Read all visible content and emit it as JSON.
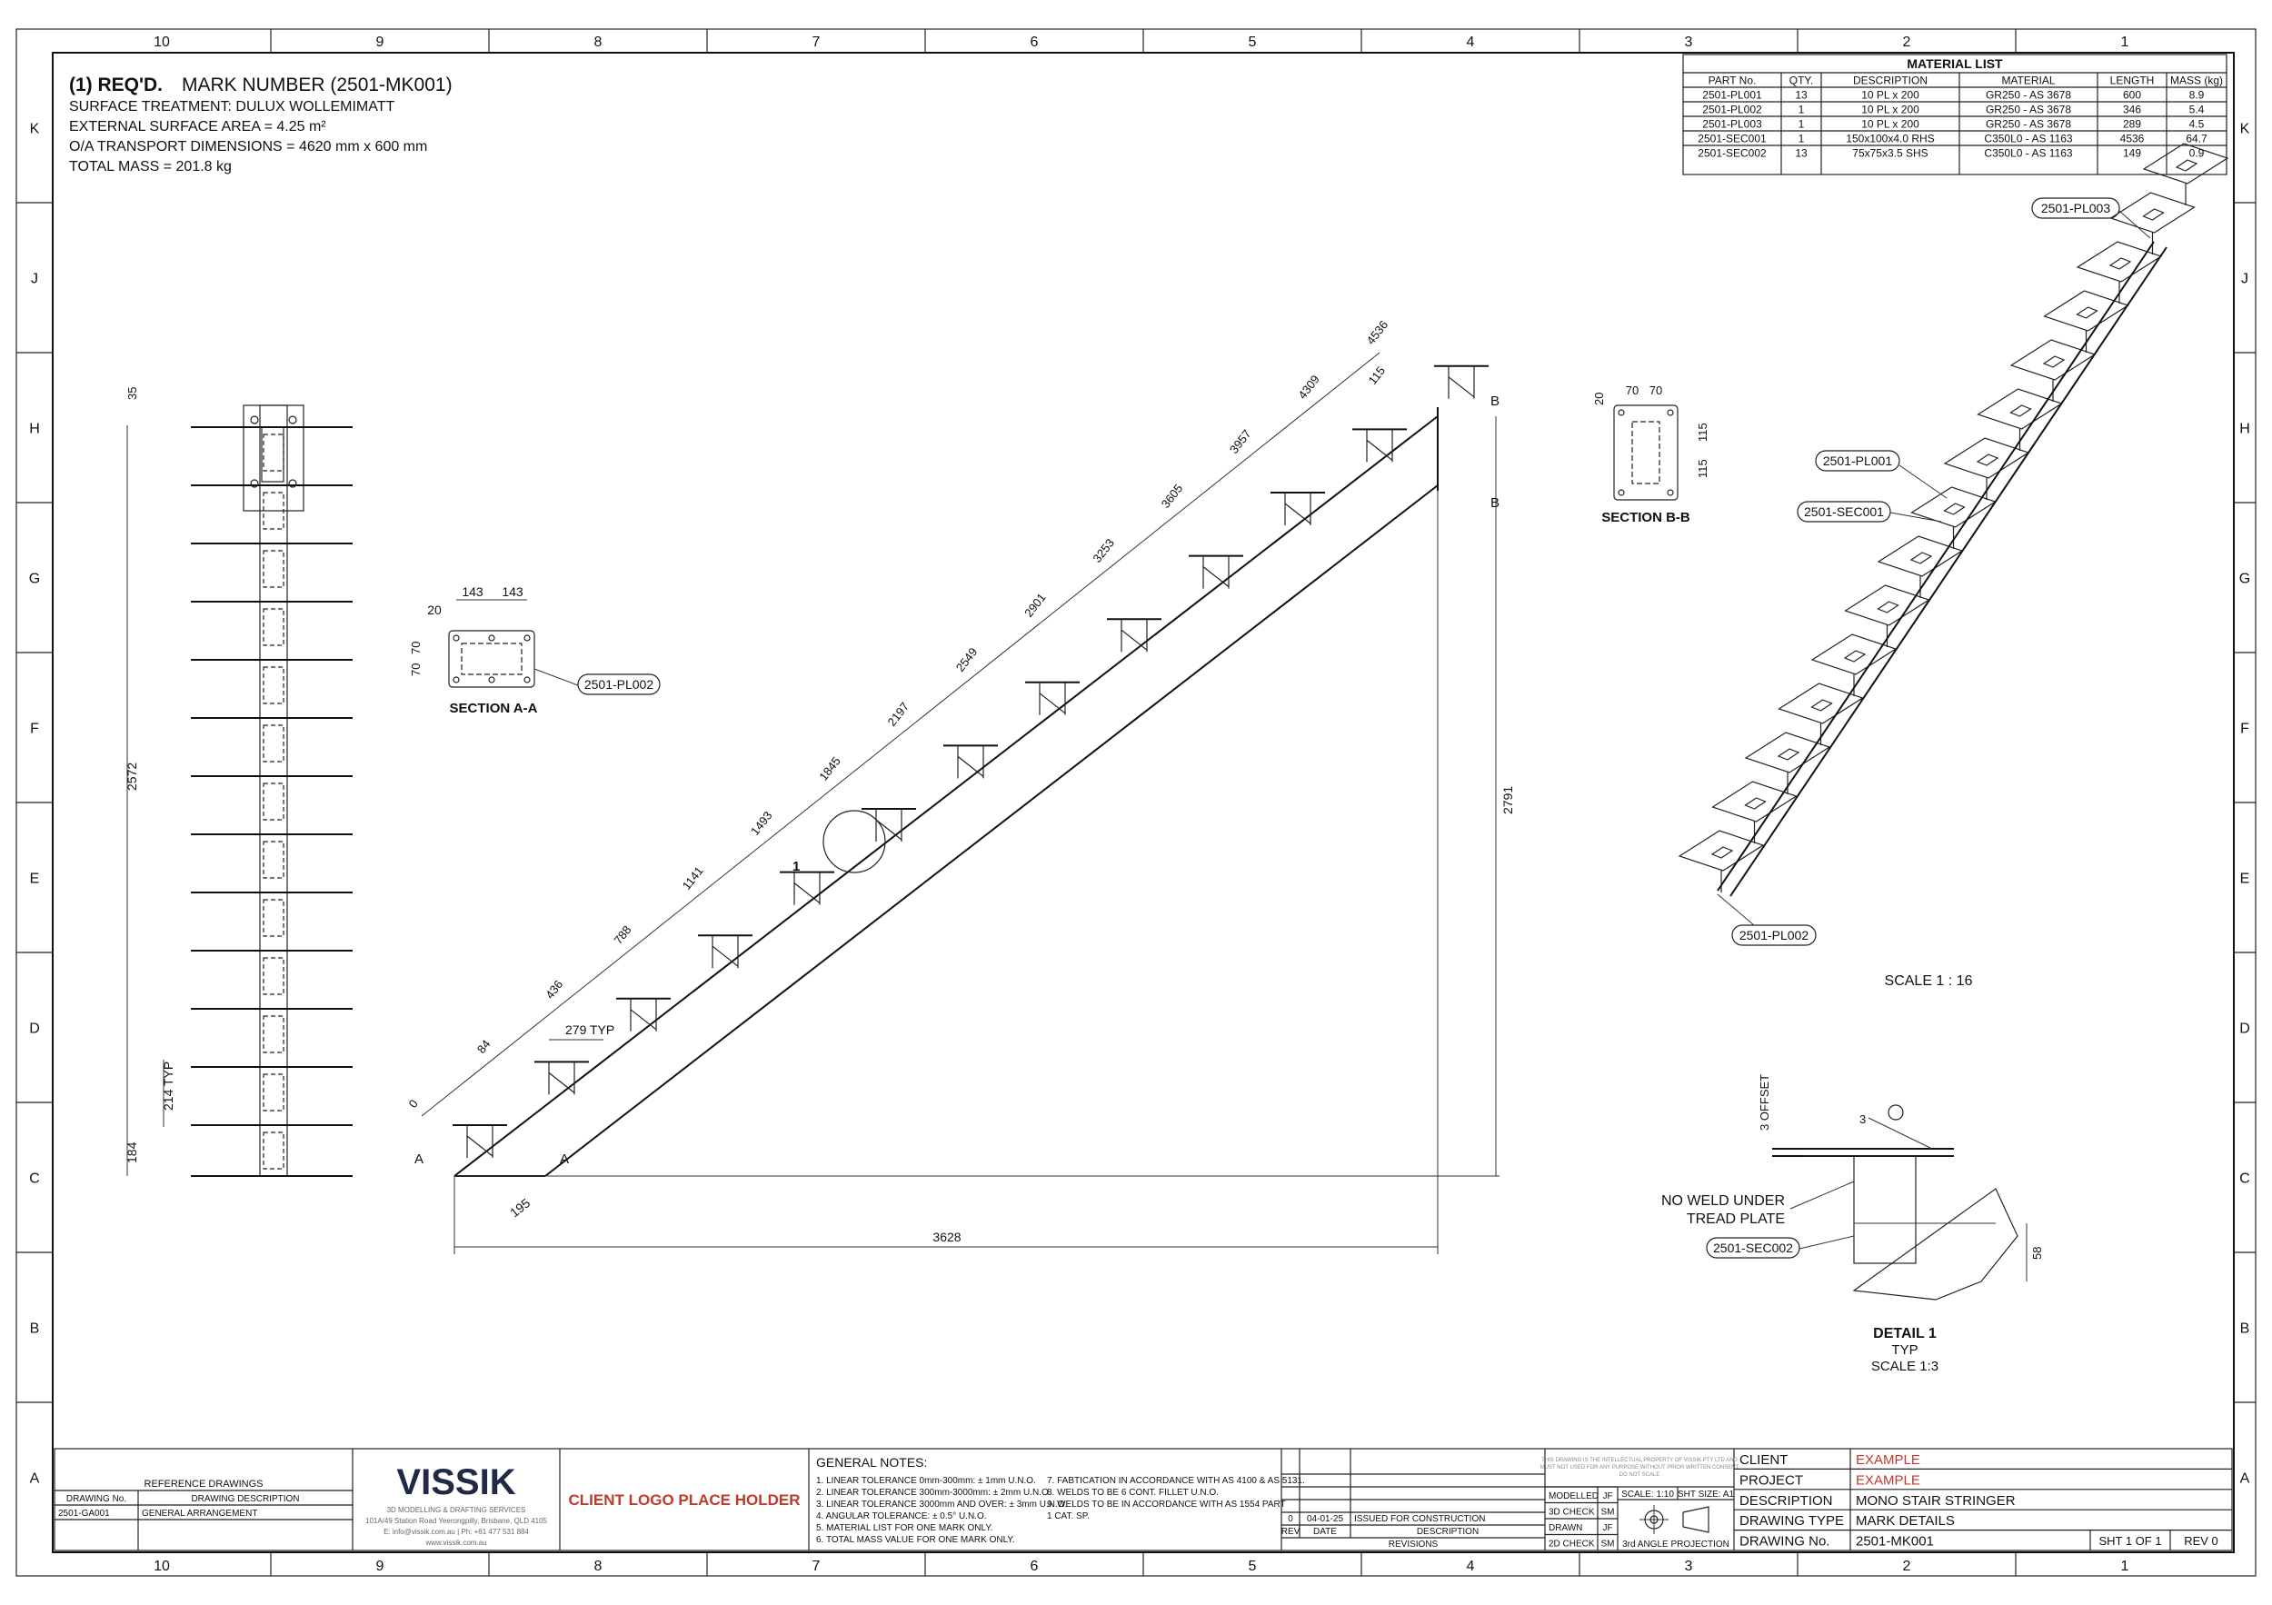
{
  "grid": {
    "columns": [
      "10",
      "9",
      "8",
      "7",
      "6",
      "5",
      "4",
      "3",
      "2",
      "1"
    ],
    "rows": [
      "K",
      "J",
      "H",
      "G",
      "F",
      "E",
      "D",
      "C",
      "B",
      "A"
    ]
  },
  "header": {
    "req_bold": "(1) REQ'D.",
    "mark_number": "MARK NUMBER (2501-MK001)",
    "surface_treatment": "SURFACE TREATMENT: DULUX WOLLEMIMATT",
    "external_area": "EXTERNAL SURFACE AREA = 4.25 m²",
    "transport_dims": "O/A TRANSPORT DIMENSIONS = 4620 mm x 600 mm",
    "total_mass": "TOTAL MASS = 201.8 kg"
  },
  "material_list": {
    "title": "MATERIAL LIST",
    "columns": [
      "PART No.",
      "QTY.",
      "DESCRIPTION",
      "MATERIAL",
      "LENGTH",
      "MASS (kg)"
    ],
    "rows": [
      [
        "2501-PL001",
        "13",
        "10 PL x 200",
        "GR250 - AS 3678",
        "600",
        "8.9"
      ],
      [
        "2501-PL002",
        "1",
        "10 PL x 200",
        "GR250 - AS 3678",
        "346",
        "5.4"
      ],
      [
        "2501-PL003",
        "1",
        "10 PL x 200",
        "GR250 - AS 3678",
        "289",
        "4.5"
      ],
      [
        "2501-SEC001",
        "1",
        "150x100x4.0 RHS",
        "C350L0 - AS 1163",
        "4536",
        "64.7"
      ],
      [
        "2501-SEC002",
        "13",
        "75x75x3.5 SHS",
        "C350L0 - AS 1163",
        "149",
        "0.9"
      ]
    ]
  },
  "elevation": {
    "dim_top": "35",
    "dim_height": "2572",
    "dim_typ": "214 TYP",
    "dim_bottom": "184"
  },
  "section_aa": {
    "title": "SECTION A-A",
    "dim_143a": "143",
    "dim_143b": "143",
    "dim_20": "20",
    "dim_70a": "70",
    "dim_70b": "70",
    "callout": "2501-PL002"
  },
  "section_bb": {
    "title": "SECTION B-B",
    "dim_70a": "70",
    "dim_70b": "70",
    "dim_20": "20",
    "dim_115a": "115",
    "dim_115b": "115"
  },
  "stringer": {
    "chain_dims": [
      "0",
      "84",
      "436",
      "788",
      "1141",
      "1493",
      "1845",
      "2197",
      "2549",
      "2901",
      "3253",
      "3605",
      "3957",
      "4309",
      "4536"
    ],
    "dim_115": "115",
    "dim_279": "279 TYP",
    "dim_195": "195",
    "dim_3628": "3628",
    "dim_2791": "2791",
    "label_a1": "A",
    "label_a2": "A",
    "label_b1": "B",
    "label_b2": "B",
    "detail_marker": "1"
  },
  "iso_view": {
    "callout_pl003": "2501-PL003",
    "callout_pl001": "2501-PL001",
    "callout_sec001": "2501-SEC001",
    "callout_pl002": "2501-PL002",
    "scale": "SCALE 1 : 16"
  },
  "detail1": {
    "offset": "3 OFFSET",
    "weld": "3",
    "note_line1": "NO WELD UNDER",
    "note_line2": "TREAD PLATE",
    "callout": "2501-SEC002",
    "dim_58": "58",
    "title": "DETAIL 1",
    "typ": "TYP",
    "scale": "SCALE 1:3"
  },
  "title_block": {
    "ref_title": "REFERENCE DRAWINGS",
    "ref_col1": "DRAWING No.",
    "ref_col2": "DRAWING DESCRIPTION",
    "ref_row_no": "2501-GA001",
    "ref_row_desc": "GENERAL ARRANGEMENT",
    "company_logo": "VISSIK",
    "company_sub": "3D MODELLING & DRAFTING SERVICES",
    "company_addr": "101A/49 Station Road Yeerongpilly, Brisbane, QLD 4105",
    "company_contact": "E: info@vissik.com.au | Ph: +61 477 531 884",
    "company_web": "www.vissik.com.au",
    "client_logo": "CLIENT LOGO PLACE HOLDER",
    "notes_title": "GENERAL NOTES:",
    "notes_left": [
      "1. LINEAR TOLERANCE 0mm-300mm: ± 1mm U.N.O.",
      "2. LINEAR TOLERANCE 300mm-3000mm: ± 2mm U.N.O.",
      "3. LINEAR TOLERANCE 3000mm AND OVER: ± 3mm U.N.O.",
      "4. ANGULAR TOLERANCE: ± 0.5° U.N.O.",
      "5. MATERIAL LIST FOR ONE MARK ONLY.",
      "6. TOTAL MASS VALUE FOR ONE MARK ONLY."
    ],
    "notes_right": [
      "7. FABTICATION IN ACCORDANCE WITH AS 4100 & AS 5131.",
      "8. WELDS TO BE 6 CONT. FILLET U.N.O.",
      "9. WELDS TO BE IN ACCORDANCE WITH AS 1554 PART",
      "   1 CAT. SP."
    ],
    "rev_row": [
      "0",
      "04-01-25",
      "ISSUED FOR CONSTRUCTION"
    ],
    "rev_header": [
      "REV",
      "DATE",
      "DESCRIPTION"
    ],
    "revisions_label": "REVISIONS",
    "ip_notice_1": "THIS DRAWING IS THE INTELLECTUAL PROPERTY OF VISSIK PTY LTD AND",
    "ip_notice_2": "MUST NOT USED FOR ANY PURPOSE WITHOUT PRIOR WRITTEN CONSENT",
    "ip_notice_3": "DO NOT SCALE",
    "checks": [
      [
        "MODELLED",
        "JF"
      ],
      [
        "3D CHECK",
        "SM"
      ],
      [
        "DRAWN",
        "JF"
      ],
      [
        "2D CHECK",
        "SM"
      ]
    ],
    "scale": "SCALE: 1:10",
    "sheet_size": "SHT SIZE: A1",
    "projection": "3rd ANGLE PROJECTION",
    "fields": [
      [
        "CLIENT",
        "EXAMPLE"
      ],
      [
        "PROJECT",
        "EXAMPLE"
      ],
      [
        "DESCRIPTION",
        "MONO STAIR STRINGER"
      ],
      [
        "DRAWING TYPE",
        "MARK DETAILS"
      ],
      [
        "DRAWING No.",
        "2501-MK001"
      ]
    ],
    "sheet": "SHT 1  OF  1",
    "rev": "REV 0",
    "accent_color": "#c0392b"
  }
}
